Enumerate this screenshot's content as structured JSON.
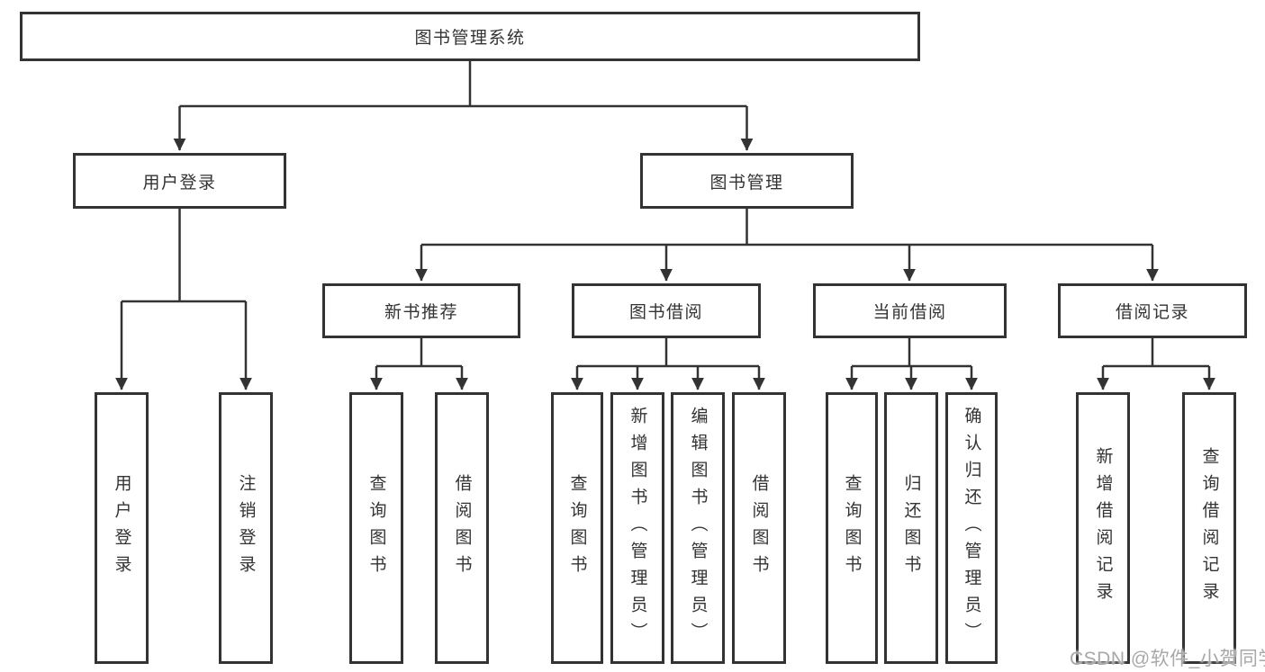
{
  "diagram": {
    "root": {
      "label": "图书管理系统"
    },
    "branches": [
      {
        "label": "用户登录",
        "children": [
          {
            "label": "用户登录"
          },
          {
            "label": "注销登录"
          }
        ]
      },
      {
        "label": "图书管理",
        "children": [
          {
            "label": "新书推荐",
            "children": [
              {
                "label": "查询图书"
              },
              {
                "label": "借阅图书"
              }
            ]
          },
          {
            "label": "图书借阅",
            "children": [
              {
                "label": "查询图书"
              },
              {
                "label": "新增图书（管理员）"
              },
              {
                "label": "编辑图书（管理员）"
              },
              {
                "label": "借阅图书"
              }
            ]
          },
          {
            "label": "当前借阅",
            "children": [
              {
                "label": "查询图书"
              },
              {
                "label": "归还图书"
              },
              {
                "label": "确认归还（管理员）"
              }
            ]
          },
          {
            "label": "借阅记录",
            "children": [
              {
                "label": "新增借阅记录"
              },
              {
                "label": "查询借阅记录"
              }
            ]
          }
        ]
      }
    ]
  },
  "watermark": {
    "text": "CSDN @软件_小贺同学"
  },
  "colors": {
    "line": "#333333",
    "text": "#333333",
    "watermark": "#a8a8a8",
    "background": "#ffffff"
  }
}
